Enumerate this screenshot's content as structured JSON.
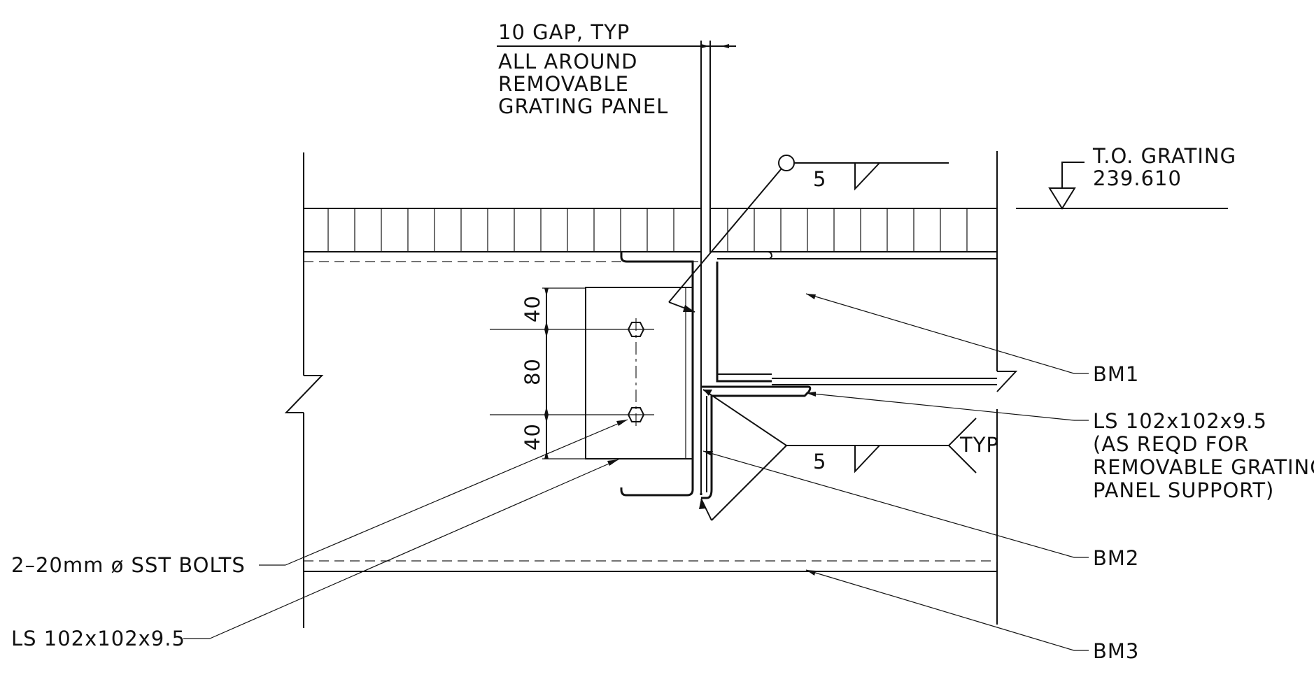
{
  "gap_note": {
    "line1": "10 GAP, TYP",
    "line2": "ALL AROUND",
    "line3": "REMOVABLE",
    "line4": "GRATING PANEL"
  },
  "elevation": {
    "label": "T.O. GRATING",
    "value": "239.610"
  },
  "weld_size_top": "5",
  "weld_size_bottom": "5",
  "weld_typ": "TYP",
  "dimensions": [
    "40",
    "80",
    "40"
  ],
  "callouts": {
    "bm1": "BM1",
    "angle_support": {
      "line1": "LS 102x102x9.5",
      "line2": "(AS REQD FOR",
      "line3": "REMOVABLE GRATING",
      "line4": "PANEL SUPPORT)"
    },
    "bm2": "BM2",
    "bm3": "BM3",
    "bolts": "2–20mm ø SST BOLTS",
    "angle": "LS 102x102x9.5"
  }
}
